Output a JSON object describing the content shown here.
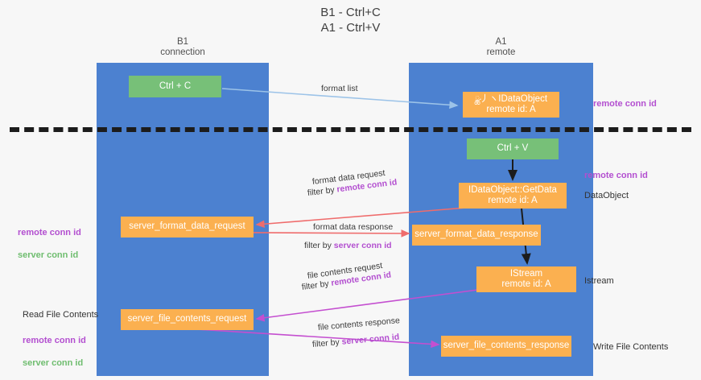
{
  "title": "B1 - Ctrl+C\nA1 - Ctrl+V",
  "lanes": {
    "left": {
      "header": "B1\nconnection",
      "color": "#4c81d0"
    },
    "right": {
      "header": "A1\nremote",
      "color": "#4c81d0"
    }
  },
  "boxes": {
    "ctrl_c": {
      "line1": "Ctrl + C",
      "color": "#77c078"
    },
    "idataobject": {
      "line1": "ྪ⼃ヽIDataObject",
      "line2": "remote id: A",
      "color": "#fbb050"
    },
    "ctrl_v": {
      "line1": "Ctrl + V",
      "color": "#77c078"
    },
    "getdata": {
      "line1": "IDataObject::GetData",
      "line2": "remote id: A",
      "color": "#fbb050"
    },
    "server_format_data_request": {
      "line1": "server_format_data_request",
      "color": "#fbb050"
    },
    "server_format_data_response": {
      "line1": "server_format_data_response",
      "color": "#fbb050"
    },
    "istream": {
      "line1": "IStream",
      "line2": "remote id: A",
      "color": "#fbb050"
    },
    "server_file_contents_request": {
      "line1": "server_file_contents_request",
      "color": "#fbb050"
    },
    "server_file_contents_response": {
      "line1": "server_file_contents_response",
      "color": "#fbb050"
    }
  },
  "flows": {
    "format_list": "format list",
    "format_data_request": "format data request",
    "format_data_request_filter_prefix": "filter by ",
    "format_data_request_filter_key": "remote conn id",
    "format_data_response": "format data response",
    "format_data_response_filter_prefix": "filter by ",
    "format_data_response_filter_key": "server conn id",
    "file_contents_request": "file contents request",
    "file_contents_request_filter_prefix": "filter by ",
    "file_contents_request_filter_key": "remote conn id",
    "file_contents_response": "file contents response",
    "file_contents_response_filter_prefix": "filter by ",
    "file_contents_response_filter_key": "server conn id"
  },
  "notes": {
    "remote_conn_id_top": "remote conn id",
    "remote_conn_id_mid": "remote conn id",
    "dataobject": "DataObject",
    "istream": "Istream",
    "write_file_contents": "Write File Contents",
    "read_file_contents": "Read File Contents",
    "left_remote_conn_id": "remote conn id",
    "left_server_conn_id": "server conn id",
    "left_remote_conn_id_2": "remote conn id",
    "left_server_conn_id_2": "server conn id"
  },
  "colors": {
    "lane_blue": "#4c81d0",
    "box_green": "#77c078",
    "box_orange": "#fbb050",
    "accent_purple": "#b34fd0",
    "accent_green": "#6fbd6f",
    "arrow_blue": "#9cc3e8",
    "arrow_red": "#ef6c6c",
    "arrow_magenta": "#c44fd0",
    "arrow_dark": "#1c1c1c",
    "background": "#f7f7f7"
  }
}
